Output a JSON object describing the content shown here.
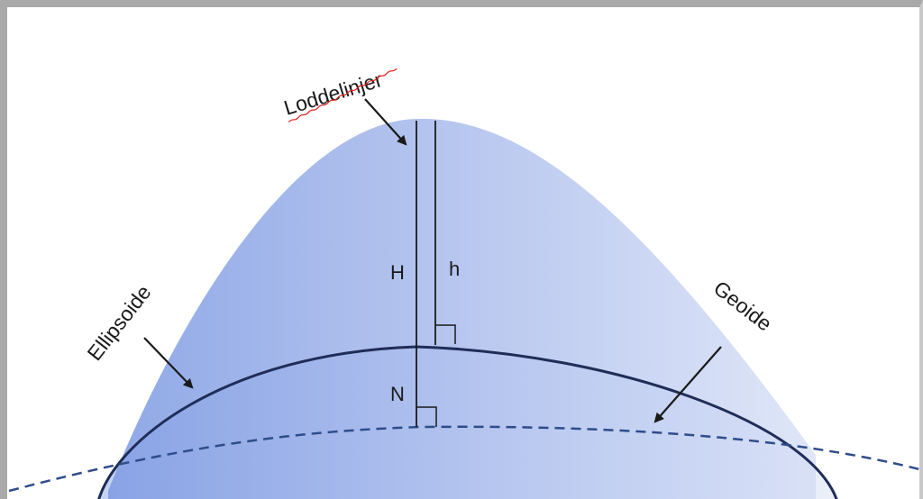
{
  "labels": {
    "plumb_lines": "Loddelinjer",
    "ellipsoid": "Ellipsoide",
    "geoid": "Geoide",
    "orthometric_height": "H",
    "ellipsoidal_height": "h",
    "geoid_undulation": "N"
  },
  "colors": {
    "bump_fill_left": "#95ade8",
    "bump_fill_right": "#d4ddf5",
    "ellipse_stroke": "#1f2d57",
    "geoid_dash": "#2e4d8a",
    "spellcheck_underline": "#e0201d"
  }
}
